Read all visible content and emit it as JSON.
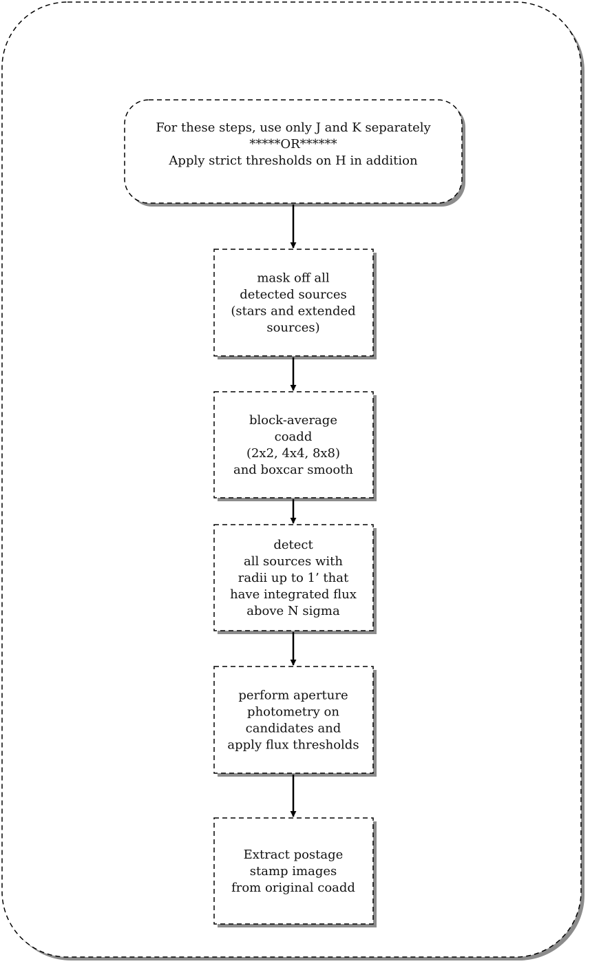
{
  "diagram": {
    "header_box": {
      "lines": [
        "For these steps, use only J and K separately",
        "*****OR******",
        "Apply strict thresholds on H in addition"
      ]
    },
    "steps": [
      {
        "lines": [
          "mask off all",
          "detected sources",
          "(stars and extended",
          "sources)"
        ]
      },
      {
        "lines": [
          "block-average",
          "coadd",
          "(2x2, 4x4, 8x8)",
          "and boxcar smooth"
        ]
      },
      {
        "lines": [
          "detect",
          "all sources with",
          "radii up to 1’ that",
          "have integrated flux",
          "above N sigma"
        ]
      },
      {
        "lines": [
          "perform aperture",
          "photometry on",
          "candidates and",
          "apply flux thresholds"
        ]
      },
      {
        "lines": [
          "Extract postage",
          "stamp images",
          "from original coadd"
        ]
      }
    ]
  }
}
